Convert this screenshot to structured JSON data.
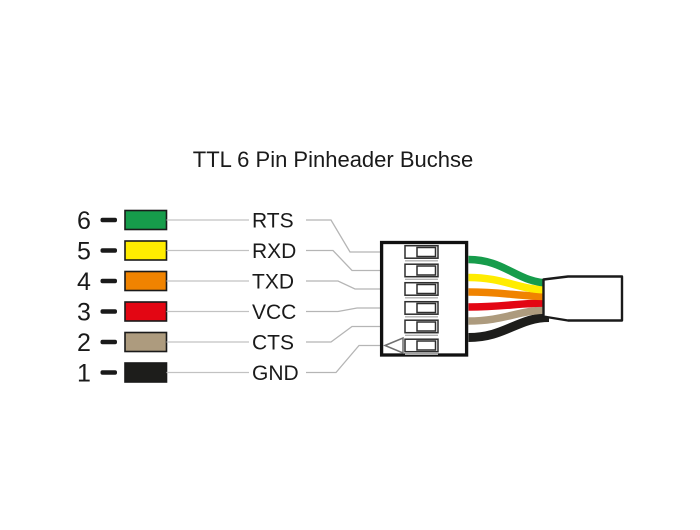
{
  "title": "TTL 6 Pin Pinheader Buchse",
  "pins": [
    {
      "number": "6",
      "signal": "RTS",
      "color": "#169c4b",
      "color_name": "green"
    },
    {
      "number": "5",
      "signal": "RXD",
      "color": "#ffec00",
      "color_name": "yellow"
    },
    {
      "number": "4",
      "signal": "TXD",
      "color": "#f08300",
      "color_name": "orange"
    },
    {
      "number": "3",
      "signal": "VCC",
      "color": "#e30613",
      "color_name": "red"
    },
    {
      "number": "2",
      "signal": "CTS",
      "color": "#ad9b7e",
      "color_name": "brown"
    },
    {
      "number": "1",
      "signal": "GND",
      "color": "#1d1d1b",
      "color_name": "black"
    }
  ],
  "connector": {
    "slot_count": 6,
    "pin1_marker": "triangle",
    "body_color": "#ffffff",
    "outline_color": "#111111"
  },
  "line_colors": {
    "row_line": "#c2c2c2",
    "leader_line": "#b5b5b5"
  }
}
